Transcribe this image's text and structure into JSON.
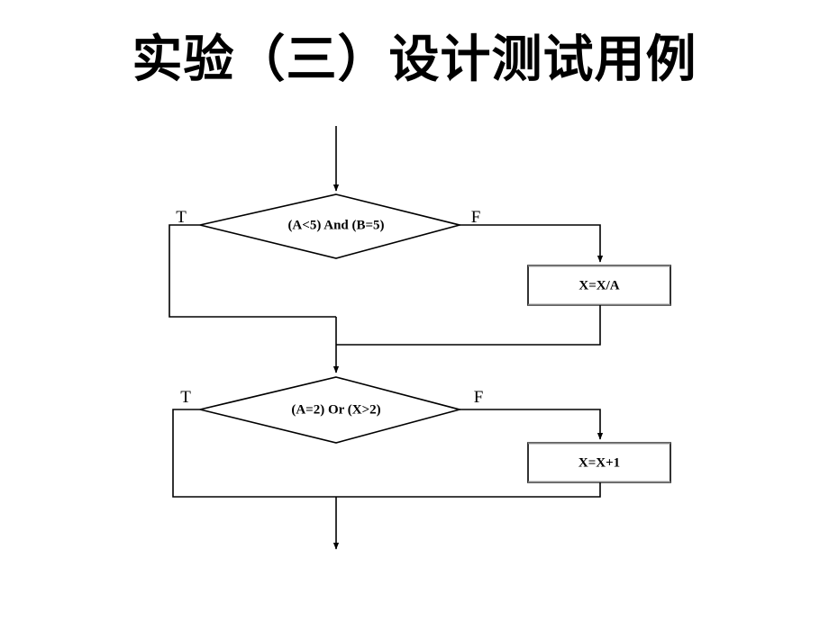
{
  "slide": {
    "title": "实验（三）设计测试用例",
    "background_color": "#ffffff",
    "line_color": "#000000",
    "shade_color": "#7f7f7f"
  },
  "flowchart": {
    "name": "test-case-design-flowchart",
    "entry_arrow_label": "",
    "exit_arrow_label": "",
    "nodes": [
      {
        "id": "decision-1",
        "type": "decision",
        "text": "(A<5) And (B=5)",
        "true_label": "T",
        "false_label": "F"
      },
      {
        "id": "process-1",
        "type": "process",
        "text": "X=X/A"
      },
      {
        "id": "decision-2",
        "type": "decision",
        "text": "(A=2) Or (X>2)",
        "true_label": "T",
        "false_label": "F"
      },
      {
        "id": "process-2",
        "type": "process",
        "text": "X=X+1"
      }
    ],
    "edges": [
      {
        "from": "entry",
        "to": "decision-1",
        "label": ""
      },
      {
        "from": "decision-1",
        "to": "merge-1",
        "label": "T"
      },
      {
        "from": "decision-1",
        "to": "process-1",
        "label": "F"
      },
      {
        "from": "process-1",
        "to": "merge-1",
        "label": ""
      },
      {
        "from": "merge-1",
        "to": "decision-2",
        "label": ""
      },
      {
        "from": "decision-2",
        "to": "merge-2",
        "label": "T"
      },
      {
        "from": "decision-2",
        "to": "process-2",
        "label": "F"
      },
      {
        "from": "process-2",
        "to": "merge-2",
        "label": ""
      },
      {
        "from": "merge-2",
        "to": "exit",
        "label": ""
      }
    ]
  }
}
